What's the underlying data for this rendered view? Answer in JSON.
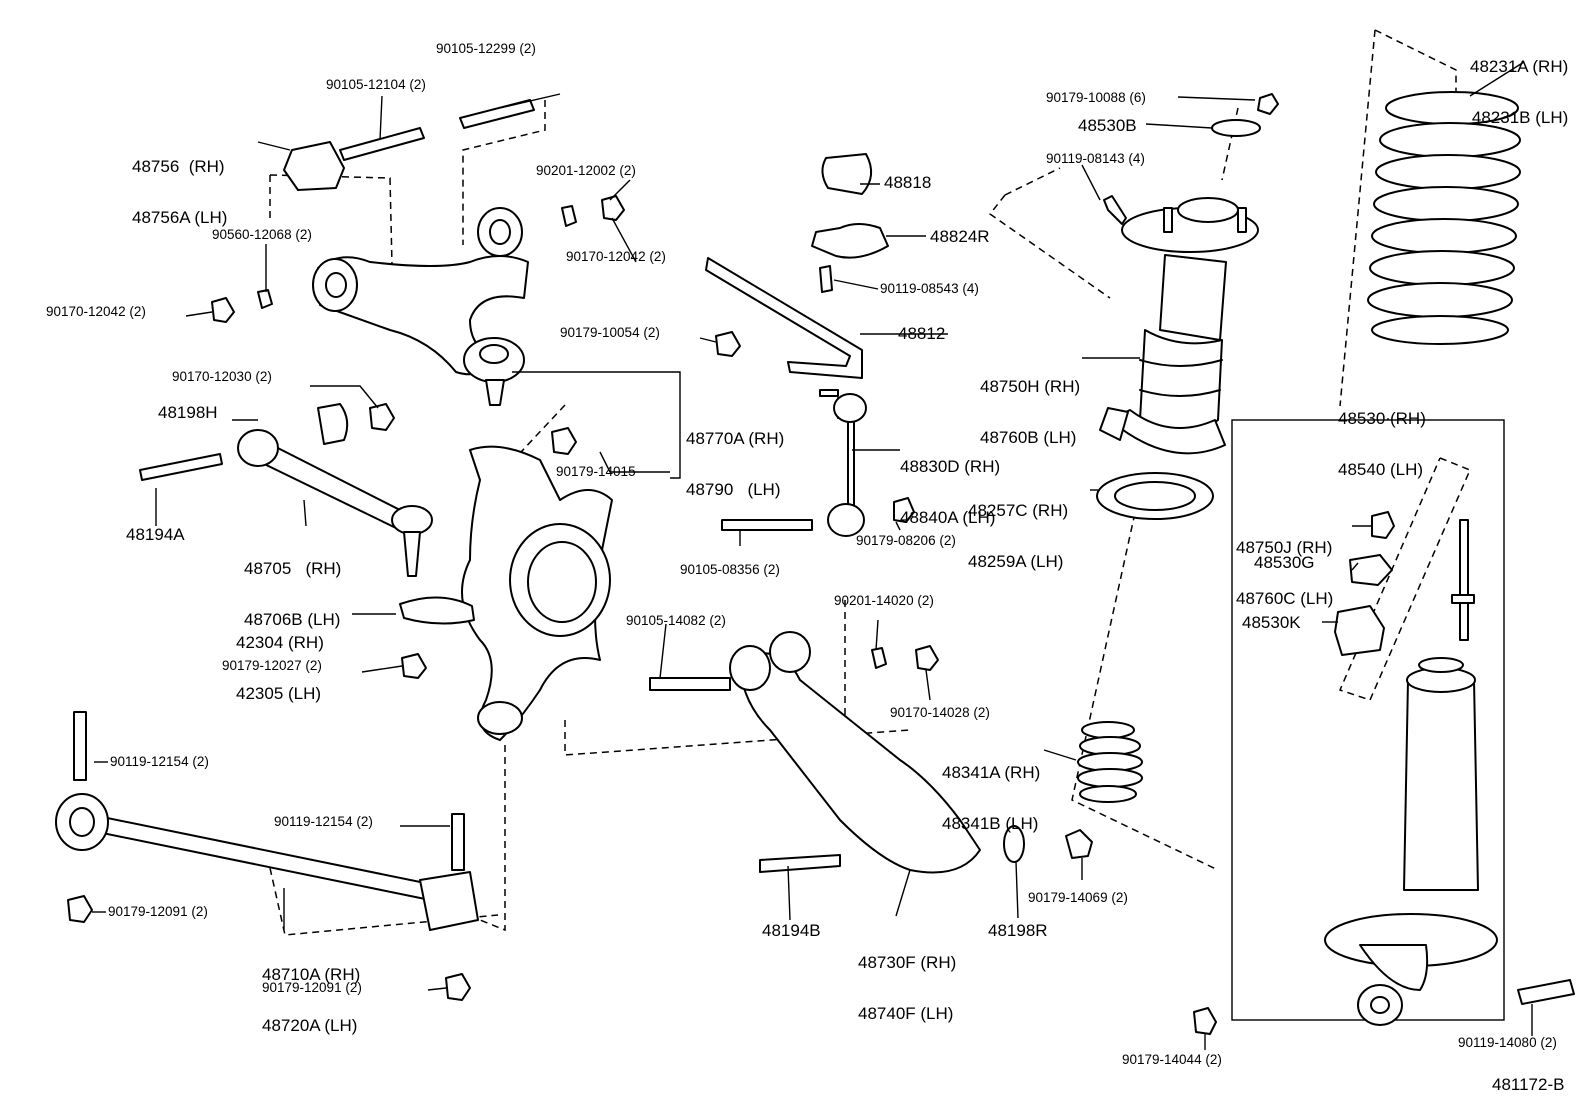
{
  "diagram_id": "481172-B",
  "callouts": {
    "c48231": [
      "48231A (RH)",
      "48231B (LH)"
    ],
    "c90179_10088": "90179-10088 (6)",
    "c48530B": "48530B",
    "c90119_08143": "90119-08143 (4)",
    "c48818": "48818",
    "c48824R": "48824R",
    "c90119_08543": "90119-08543 (4)",
    "c48812": "48812",
    "c48750H": [
      "48750H (RH)",
      "48760B (LH)"
    ],
    "c48530": [
      "48530 (RH)",
      "48540 (LH)"
    ],
    "c48257C": [
      "48257C (RH)",
      "48259A (LH)"
    ],
    "c48830D": [
      "48830D (RH)",
      "48840A (LH)"
    ],
    "c48750J": [
      "48750J (RH)",
      "48760C (LH)"
    ],
    "c48530G": "48530G",
    "c48530K": "48530K",
    "c90105_12299": "90105-12299 (2)",
    "c90105_12104": "90105-12104 (2)",
    "c48756": [
      "48756  (RH)",
      "48756A (LH)"
    ],
    "c90201_12002": "90201-12002 (2)",
    "c90560_12068": "90560-12068 (2)",
    "c90170_12042a": "90170-12042 (2)",
    "c90170_12042b": "90170-12042 (2)",
    "c90179_10054": "90179-10054 (2)",
    "c90170_12030": "90170-12030 (2)",
    "c48198H": "48198H",
    "c48770A": [
      "48770A (RH)",
      "48790   (LH)"
    ],
    "c90179_14015": "90179-14015",
    "c48194A": "48194A",
    "c48705": [
      "48705   (RH)",
      "48706B (LH)"
    ],
    "c90105_08356": "90105-08356 (2)",
    "c90179_08206": "90179-08206 (2)",
    "c42304": [
      "42304 (RH)",
      "42305 (LH)"
    ],
    "c90105_14082": "90105-14082 (2)",
    "c90201_14020": "90201-14020 (2)",
    "c90179_12027": "90179-12027 (2)",
    "c90170_14028": "90170-14028 (2)",
    "c48341A": [
      "48341A (RH)",
      "48341B (LH)"
    ],
    "c90119_12154a": "90119-12154 (2)",
    "c90119_12154b": "90119-12154 (2)",
    "c90179_12091a": "90179-12091 (2)",
    "c90179_14069": "90179-14069 (2)",
    "c48710A": [
      "48710A (RH)",
      "48720A (LH)"
    ],
    "c48194B": "48194B",
    "c48730F": [
      "48730F (RH)",
      "48740F (LH)"
    ],
    "c48198R": "48198R",
    "c90179_12091b": "90179-12091 (2)",
    "c90179_14044": "90179-14044 (2)",
    "c90119_14080": "90119-14080 (2)"
  }
}
